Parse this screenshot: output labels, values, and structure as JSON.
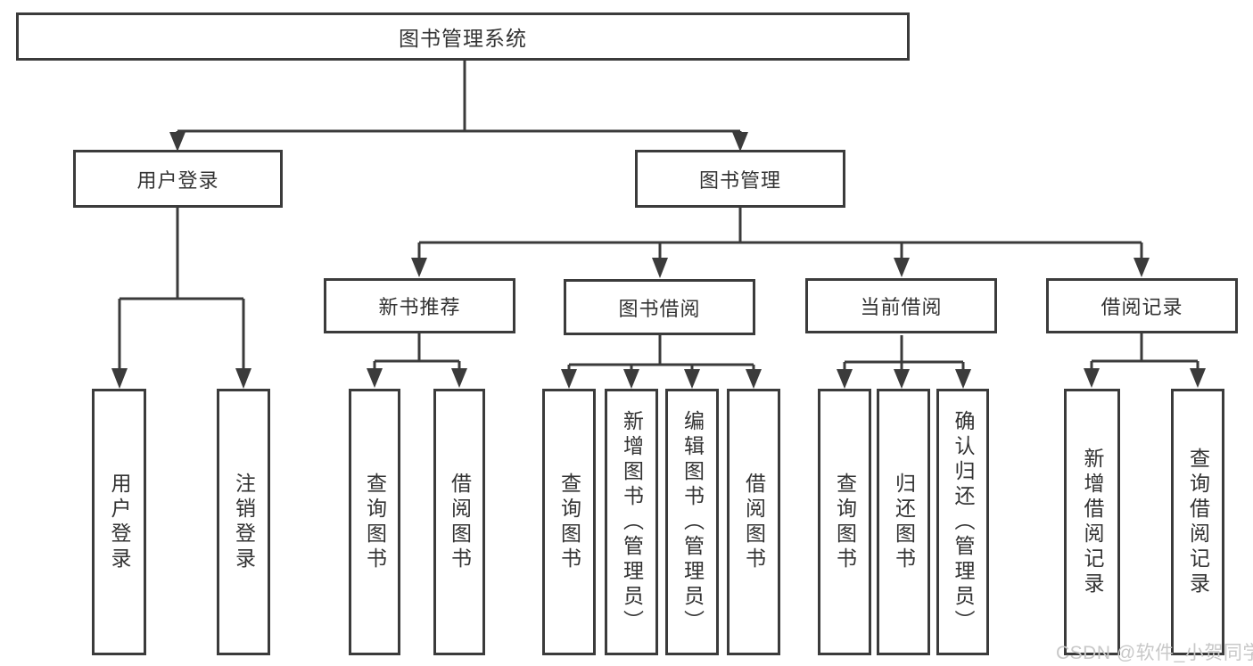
{
  "diagram": {
    "root": {
      "label": "图书管理系统"
    },
    "level2": [
      {
        "label": "用户登录"
      },
      {
        "label": "图书管理"
      }
    ],
    "level3": [
      {
        "label": "新书推荐"
      },
      {
        "label": "图书借阅"
      },
      {
        "label": "当前借阅"
      },
      {
        "label": "借阅记录"
      }
    ],
    "leaves": {
      "user_login": [
        {
          "label": "用户登录"
        },
        {
          "label": "注销登录"
        }
      ],
      "new_book": [
        {
          "label": "查询图书"
        },
        {
          "label": "借阅图书"
        }
      ],
      "book_borrow": [
        {
          "label": "查询图书"
        },
        {
          "label": "新增图书（管理员）"
        },
        {
          "label": "编辑图书（管理员）"
        },
        {
          "label": "借阅图书"
        }
      ],
      "current_borrow": [
        {
          "label": "查询图书"
        },
        {
          "label": "归还图书"
        },
        {
          "label": "确认归还（管理员）"
        }
      ],
      "borrow_record": [
        {
          "label": "新增借阅记录"
        },
        {
          "label": "查询借阅记录"
        }
      ]
    },
    "watermark": "CSDN @软件_小贺同学",
    "colors": {
      "line": "#3b3b3b",
      "box_border": "#3b3b3b",
      "text": "#333333",
      "background": "#ffffff",
      "watermark": "#c8c8c8"
    }
  }
}
